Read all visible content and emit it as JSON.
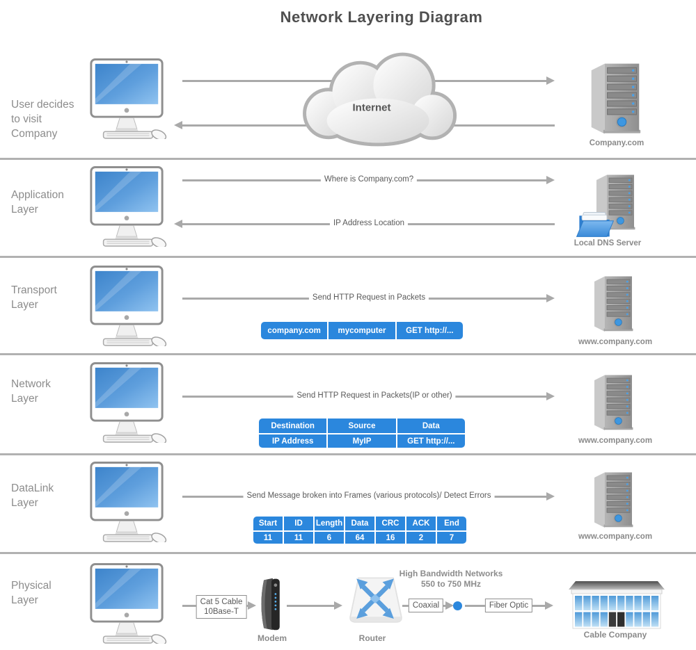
{
  "title": "Network Layering Diagram",
  "cloud": {
    "label": "Internet"
  },
  "rows": {
    "internet": {
      "layer_label": "User decides\nto visit\nCompany",
      "server_caption": "Company.com"
    },
    "application": {
      "layer_label": "Application\nLayer",
      "request_label": "Where is Company.com?",
      "response_label": "IP Address Location",
      "server_caption": "Local DNS Server"
    },
    "transport": {
      "layer_label": "Transport\nLayer",
      "arrow_label": "Send HTTP Request in Packets",
      "packet": [
        "company.com",
        "mycomputer",
        "GET http://..."
      ],
      "server_caption": "www.company.com"
    },
    "network": {
      "layer_label": "Network\nLayer",
      "arrow_label": "Send HTTP Request in Packets(IP or other)",
      "packet_header": [
        "Destination",
        "Source",
        "Data"
      ],
      "packet_values": [
        "IP Address",
        "MyIP",
        "GET http://..."
      ],
      "server_caption": "www.company.com"
    },
    "datalink": {
      "layer_label": "DataLink\nLayer",
      "arrow_label": "Send Message broken into Frames (various protocols)/ Detect Errors",
      "frame_header": [
        "Start",
        "ID",
        "Length",
        "Data",
        "CRC",
        "ACK",
        "End"
      ],
      "frame_values": [
        "11",
        "11",
        "6",
        "64",
        "16",
        "2",
        "7"
      ],
      "server_caption": "www.company.com"
    },
    "physical": {
      "layer_label": "Physical\nLayer",
      "cable_label": "Cat 5 Cable\n10Base-T",
      "modem_caption": "Modem",
      "router_caption": "Router",
      "coaxial_label": "Coaxial",
      "fiber_label": "Fiber Optic",
      "bandwidth_note": "High Bandwidth Networks\n550 to 750 MHz",
      "building_caption": "Cable Company"
    }
  },
  "colors": {
    "accent_blue": "#2b87dd",
    "arrow_gray": "#a9a9a9",
    "separator_gray": "#b1b1b1"
  }
}
